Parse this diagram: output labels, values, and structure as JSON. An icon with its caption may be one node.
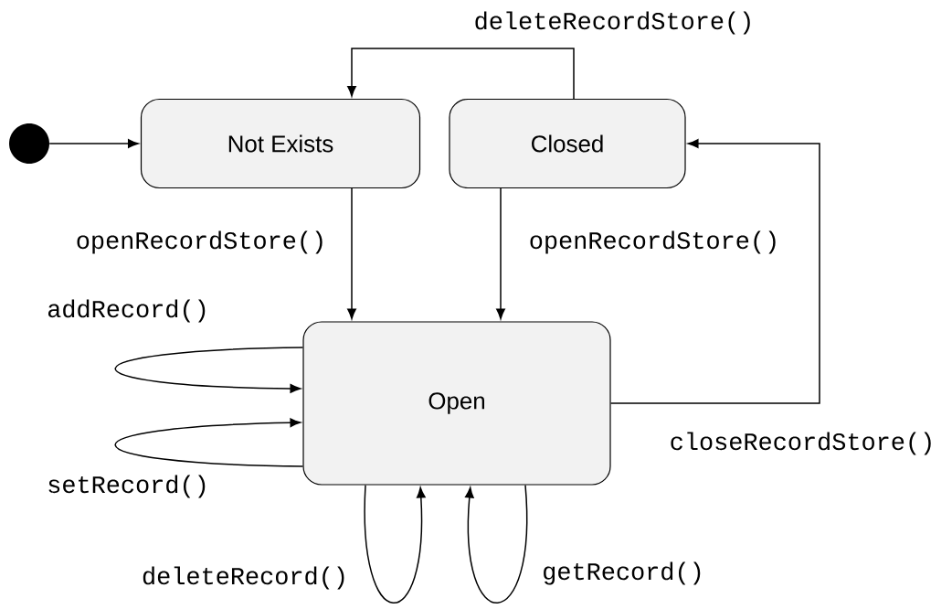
{
  "diagram": {
    "nodes": [
      {
        "text": [],
        "shape": "circle"
      },
      {
        "text": [
          "Not Exists"
        ]
      },
      {
        "text": [
          "Closed"
        ]
      },
      {
        "text": [
          "Open"
        ]
      }
    ],
    "edges": [
      {
        "from": 0,
        "to": 1,
        "arrow": "to"
      },
      {
        "from": 2,
        "to": 1,
        "arrow": "to",
        "label": "deleteRecordStore()"
      },
      {
        "from": 1,
        "to": 3,
        "arrow": "to",
        "label": "openRecordStore()"
      },
      {
        "from": 2,
        "to": 3,
        "arrow": "to",
        "label": "openRecordStore()"
      },
      {
        "from": 3,
        "to": 2,
        "arrow": "to",
        "label": "closeRecordStore()"
      },
      {
        "from": 3,
        "to": 3,
        "arrow": "to",
        "label": "addRecord()"
      },
      {
        "from": 3,
        "to": 3,
        "arrow": "to",
        "label": "setRecord()"
      },
      {
        "from": 3,
        "to": 3,
        "arrow": "to",
        "label": "deleteRecord()"
      },
      {
        "from": 3,
        "to": 3,
        "arrow": "to",
        "label": "getRecord()"
      }
    ]
  }
}
